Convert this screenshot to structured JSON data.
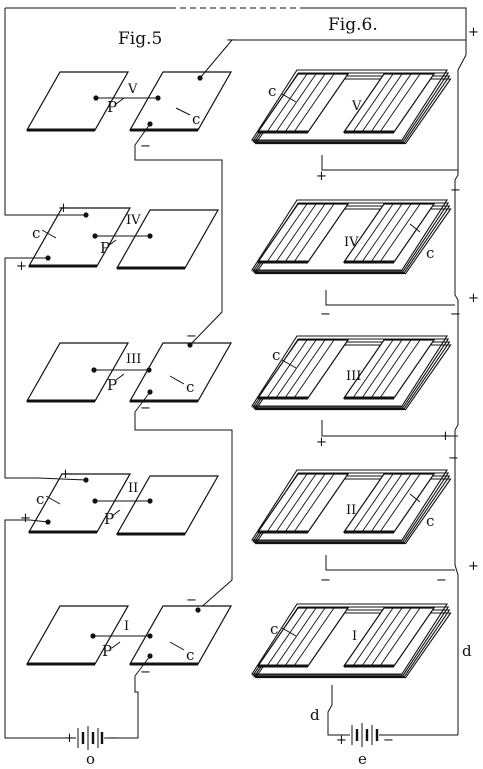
{
  "figures": [
    {
      "title": "Fig.5",
      "units": [
        {
          "roman": "V",
          "left_label": "P",
          "right_label": "c"
        },
        {
          "roman": "IV",
          "left_label": "c",
          "mid_label": "P"
        },
        {
          "roman": "III",
          "left_label": "P",
          "right_label": "c"
        },
        {
          "roman": "II",
          "left_label": "c",
          "mid_label": "P"
        },
        {
          "roman": "I",
          "left_label": "P",
          "right_label": "c"
        }
      ],
      "battery_label": "o"
    },
    {
      "title": "Fig.6.",
      "units": [
        {
          "roman": "V",
          "label": "c"
        },
        {
          "roman": "IV",
          "label": "c"
        },
        {
          "roman": "III",
          "label": "c"
        },
        {
          "roman": "II",
          "label": "c"
        },
        {
          "roman": "I",
          "label": "c"
        }
      ],
      "wire_label": "d",
      "battery_label": "e"
    }
  ],
  "signs": {
    "plus": "+",
    "minus": "−"
  }
}
